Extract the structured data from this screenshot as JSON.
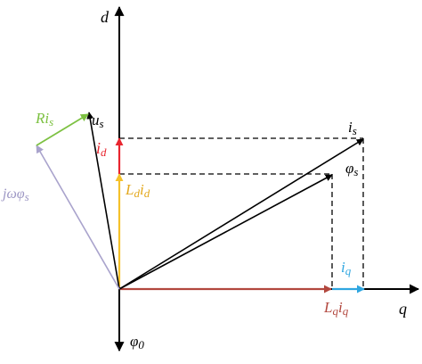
{
  "labels": {
    "d_axis": "d",
    "q_axis": "q",
    "us": {
      "main": "u",
      "sub": "s"
    },
    "is": {
      "main": "i",
      "sub": "s"
    },
    "phis": {
      "main": "φ",
      "sub": "s"
    },
    "id": {
      "main": "i",
      "sub": "d"
    },
    "ldid": {
      "m1": "L",
      "s1": "d",
      "m2": "i",
      "s2": "d"
    },
    "iq": {
      "main": "i",
      "sub": "q"
    },
    "lqiq": {
      "m1": "L",
      "s1": "q",
      "m2": "i",
      "s2": "q"
    },
    "ris": {
      "main": "Ri",
      "sub": "s"
    },
    "jwphis": {
      "main": "jωφ",
      "sub": "s"
    },
    "phi0": {
      "main": "φ",
      "sub": "0"
    }
  },
  "colors": {
    "axis": "#000000",
    "id": "#e8262f",
    "ldid": "#f5c12a",
    "iq": "#2fa6e0",
    "lqiq": "#b2473e",
    "ris": "#7dc142",
    "jwphis": "#a9a3cc",
    "label_id": "#e8262f",
    "label_ldid": "#e3a81d",
    "label_iq": "#2fa6e0",
    "label_lqiq": "#b2473e",
    "label_ris": "#7dc142",
    "label_jwphis": "#9d97c4"
  }
}
